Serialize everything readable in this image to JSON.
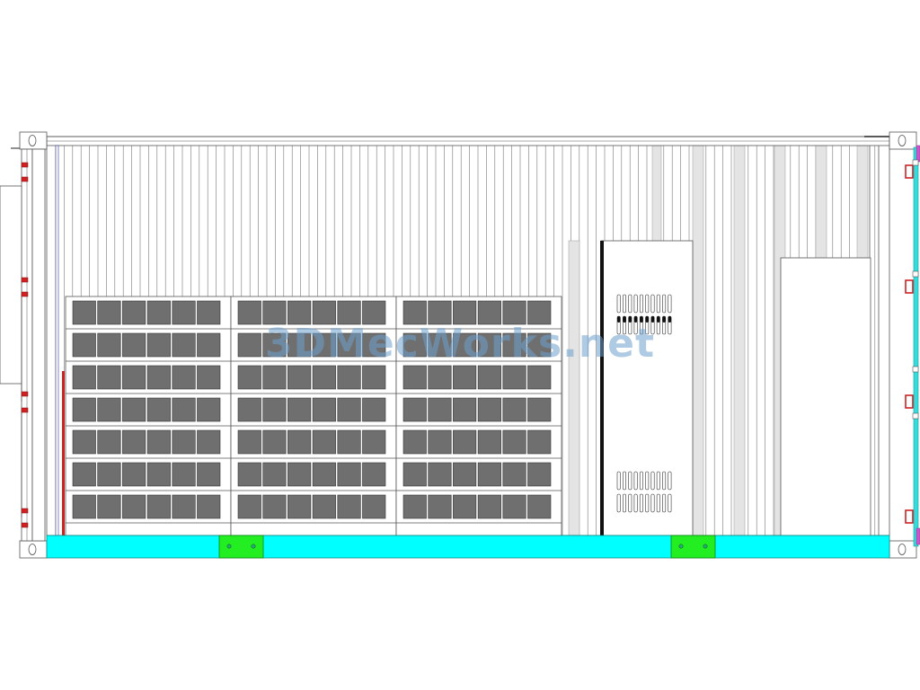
{
  "watermark": {
    "text": "3DMecWorks.net"
  },
  "drawing": {
    "subject": "container-side-elevation",
    "battery_racks": {
      "sections": 3,
      "shelves": 7,
      "modules_per_shelf": 6
    }
  },
  "colors": {
    "line": "#555555",
    "module": "#6f6f6f",
    "base_frame": "#00ffff",
    "forklift_pocket": "#22ee22",
    "hinge": "#cc2222",
    "door_seal": "#33dddd",
    "door_hardware": "#cc55cc",
    "stripe": "#e4e4e4"
  }
}
